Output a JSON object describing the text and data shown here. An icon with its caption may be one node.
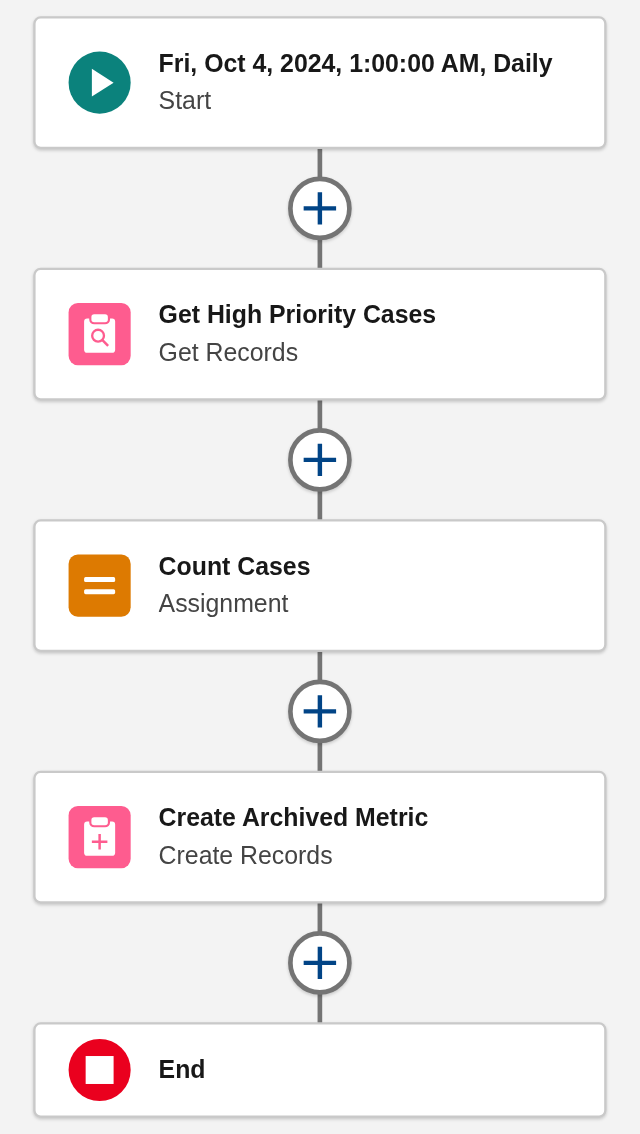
{
  "diagram": {
    "nodes": [
      {
        "text": [
          "Fri, Oct 4, 2024, 1:00:00 AM, Daily",
          "Start"
        ]
      },
      {
        "text": [],
        "shape": "circle"
      },
      {
        "text": [
          "Get High Priority Cases",
          "Get Records"
        ]
      },
      {
        "text": [],
        "shape": "circle"
      },
      {
        "text": [
          "Count Cases",
          "Assignment"
        ]
      },
      {
        "text": [],
        "shape": "circle"
      },
      {
        "text": [
          "Create Archived Metric",
          "Create Records"
        ]
      },
      {
        "text": [],
        "shape": "circle"
      },
      {
        "text": [
          "End"
        ]
      }
    ],
    "edges": [
      {
        "from": 0,
        "to": 1,
        "arrow": "none"
      },
      {
        "from": 1,
        "to": 2,
        "arrow": "none"
      },
      {
        "from": 2,
        "to": 3,
        "arrow": "none"
      },
      {
        "from": 3,
        "to": 4,
        "arrow": "none"
      },
      {
        "from": 4,
        "to": 5,
        "arrow": "none"
      },
      {
        "from": 5,
        "to": 6,
        "arrow": "none"
      },
      {
        "from": 6,
        "to": 7,
        "arrow": "none"
      },
      {
        "from": 7,
        "to": 8,
        "arrow": "none"
      }
    ]
  }
}
